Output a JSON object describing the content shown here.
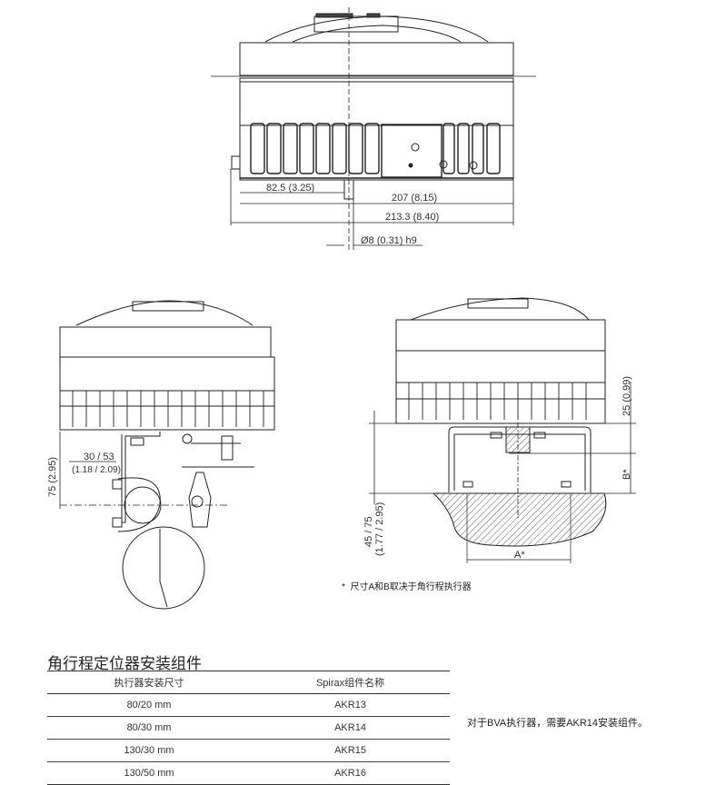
{
  "top_view": {
    "dimensions": {
      "shaft_offset": "82.5 (3.25)",
      "body_width": "207 (8.15)",
      "overall_width": "213.3 (8.40)",
      "shaft_diameter": "Ø8 (0.31) h9"
    }
  },
  "left_view": {
    "dimensions": {
      "height": "75 (2.95)",
      "offset_mm": "30 / 53",
      "offset_in": "(1.18 / 2.09)"
    }
  },
  "right_view": {
    "dimensions": {
      "top_gap": "25 (0.99)",
      "b_label": "B*",
      "height": "45 / 75",
      "height_in": "(1.77 / 2.95)",
      "a_label": "A*"
    },
    "footnote_star": "*",
    "footnote": "尺寸A和B取决于角行程执行器"
  },
  "kit_section": {
    "title": "角行程定位器安装组件",
    "columns": [
      "执行器安装尺寸",
      "Spirax组件名称"
    ],
    "rows": [
      {
        "size": "80/20 mm",
        "kit": "AKR13"
      },
      {
        "size": "80/30 mm",
        "kit": "AKR14"
      },
      {
        "size": "130/30 mm",
        "kit": "AKR15"
      },
      {
        "size": "130/50 mm",
        "kit": "AKR16"
      }
    ],
    "side_note": "对于BVA执行器，需要AKR14安装组件。"
  }
}
